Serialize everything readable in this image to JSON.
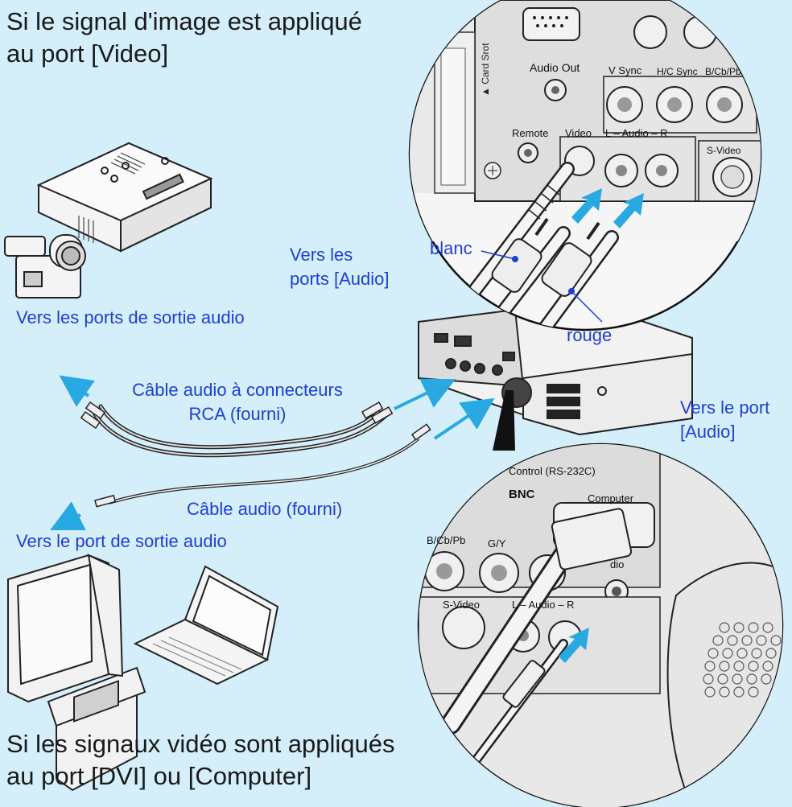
{
  "headings": {
    "top_line1": "Si le signal d'image est appliqué",
    "top_line2": "au port [Video]",
    "bottom_line1": "Si les signaux vidéo sont appliqués",
    "bottom_line2": "au port [DVI] ou [Computer]"
  },
  "callouts": {
    "vers_les_ports_audio_1": "Vers les",
    "vers_les_ports_audio_2": "ports [Audio]",
    "blanc": "blanc",
    "rouge": "rouge",
    "vers_sortie_audio": "Vers les ports de sortie audio",
    "cable_rca_1": "Câble audio à connecteurs",
    "cable_rca_2": "RCA (fourni)",
    "vers_le_port_audio_1": "Vers le port",
    "vers_le_port_audio_2": "[Audio]",
    "cable_audio": "Câble audio (fourni)",
    "vers_port_sortie": "Vers le port de sortie audio"
  },
  "panel_top": {
    "card_slot": "▲ Card Srot",
    "audio_out": "Audio Out",
    "v_sync": "V Sync",
    "hc_sync": "H/C Sync",
    "bcbpb": "B/Cb/Pb",
    "remote": "Remote",
    "video": "Video",
    "l_audio_r": "L – Audio – R",
    "s_video": "S-Video"
  },
  "panel_bottom": {
    "control": "Control (RS-232C)",
    "bnc": "BNC",
    "computer": "Computer",
    "bcbpb": "B/Cb/Pb",
    "gy": "G/Y",
    "s_video": "S-Video",
    "l_audio_r": "L – Audio – R",
    "audio_partial": "dio"
  },
  "colors": {
    "background": "#d4eefa",
    "label_blue": "#1f3fd1",
    "arrow_cyan": "#29a9e1"
  }
}
